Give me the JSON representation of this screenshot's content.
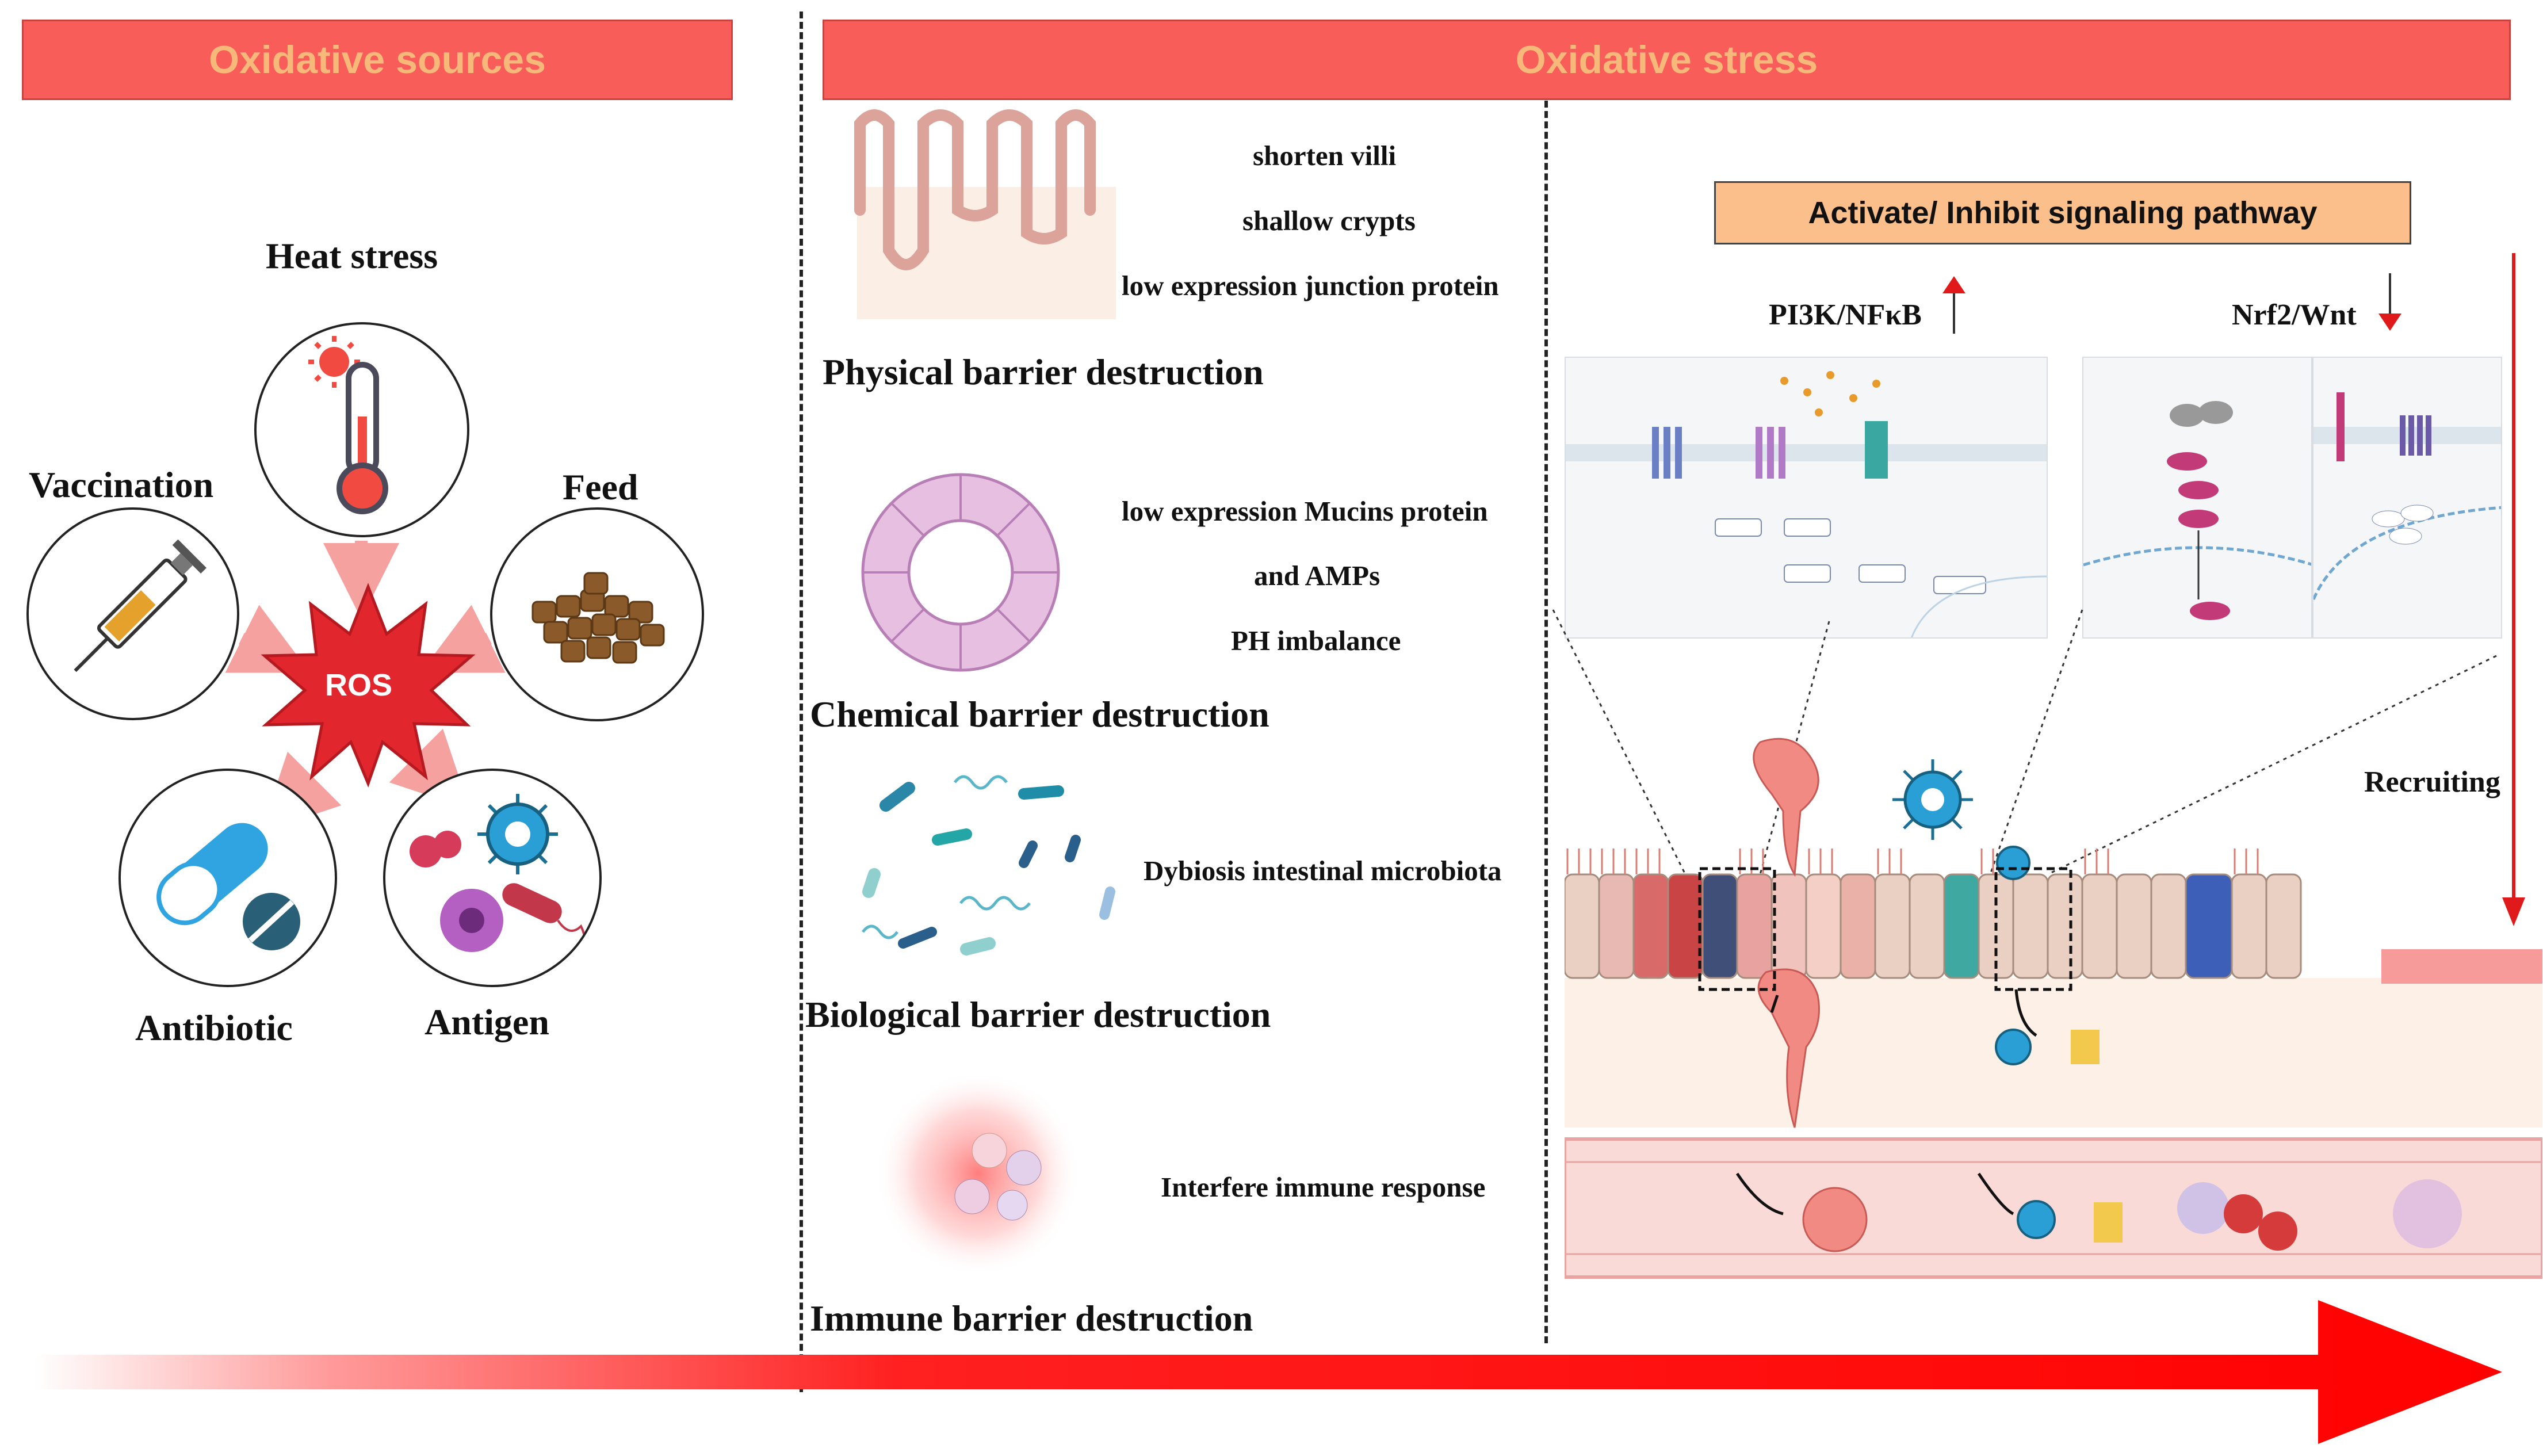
{
  "banners": {
    "sources": "Oxidative sources",
    "stress": "Oxidative stress"
  },
  "sources": {
    "heat": "Heat stress",
    "vaccination": "Vaccination",
    "feed": "Feed",
    "antibiotic": "Antibiotic",
    "antigen": "Antigen",
    "center": "ROS"
  },
  "physical": {
    "items": [
      "shorten villi",
      "shallow crypts",
      "low expression junction protein"
    ],
    "title": "Physical barrier destruction"
  },
  "chemical": {
    "items": [
      "low expression Mucins protein",
      "and AMPs",
      "PH imbalance"
    ],
    "title": "Chemical barrier destruction"
  },
  "biological": {
    "items": [
      "Dybiosis intestinal microbiota"
    ],
    "title": "Biological barrier destruction"
  },
  "immune": {
    "items": [
      "Interfere immune response"
    ],
    "title": "Immune barrier destruction"
  },
  "signaling": {
    "box": "Activate/ Inhibit signaling pathway",
    "up": "PI3K/NFκB",
    "down": "Nrf2/Wnt",
    "recruiting": "Recruiting"
  },
  "colors": {
    "banner": "#f85d5a",
    "banner_text": "#f7b97a",
    "arrow": "#ff1010",
    "pathway_box": "#fbbf8c"
  }
}
